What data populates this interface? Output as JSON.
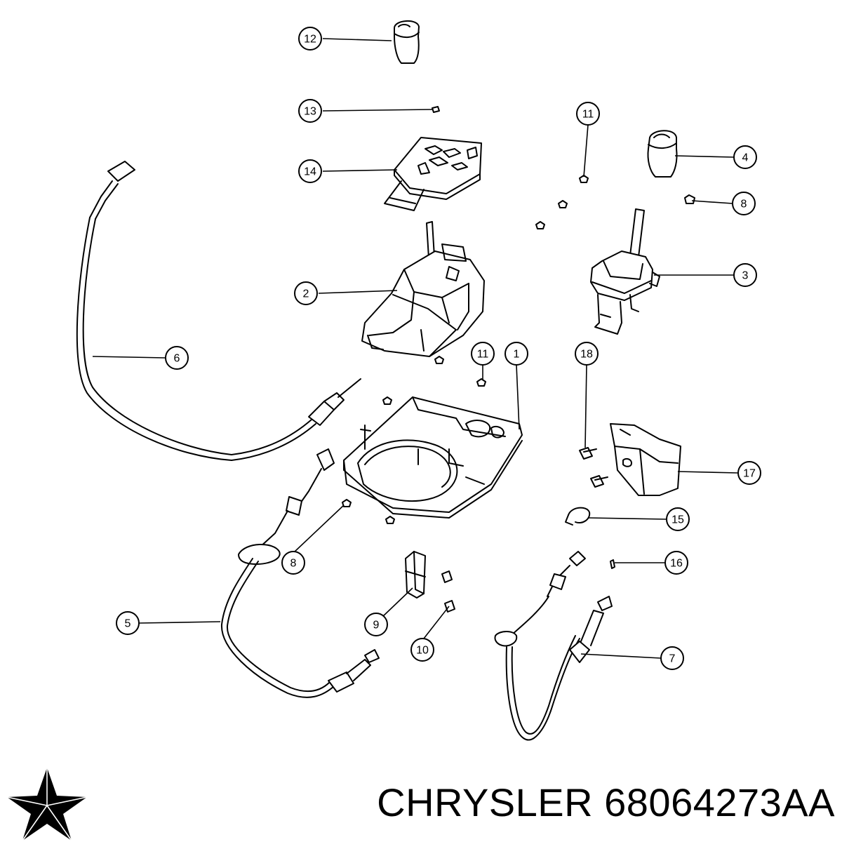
{
  "callouts": [
    {
      "id": "c12",
      "label": "12"
    },
    {
      "id": "c13",
      "label": "13"
    },
    {
      "id": "c11a",
      "label": "11"
    },
    {
      "id": "c4",
      "label": "4"
    },
    {
      "id": "c14",
      "label": "14"
    },
    {
      "id": "c8a",
      "label": "8"
    },
    {
      "id": "c3",
      "label": "3"
    },
    {
      "id": "c2",
      "label": "2"
    },
    {
      "id": "c6",
      "label": "6"
    },
    {
      "id": "c11b",
      "label": "11"
    },
    {
      "id": "c1",
      "label": "1"
    },
    {
      "id": "c18",
      "label": "18"
    },
    {
      "id": "c17",
      "label": "17"
    },
    {
      "id": "c15",
      "label": "15"
    },
    {
      "id": "c8b",
      "label": "8"
    },
    {
      "id": "c16",
      "label": "16"
    },
    {
      "id": "c5",
      "label": "5"
    },
    {
      "id": "c9",
      "label": "9"
    },
    {
      "id": "c10",
      "label": "10"
    },
    {
      "id": "c7",
      "label": "7"
    }
  ],
  "caption": {
    "text": "CHRYSLER 68064273AA"
  },
  "logo": {
    "icon": "chrysler-pentastar-icon",
    "color": "#000000"
  },
  "colors": {
    "line": "#000000",
    "background": "#ffffff"
  }
}
